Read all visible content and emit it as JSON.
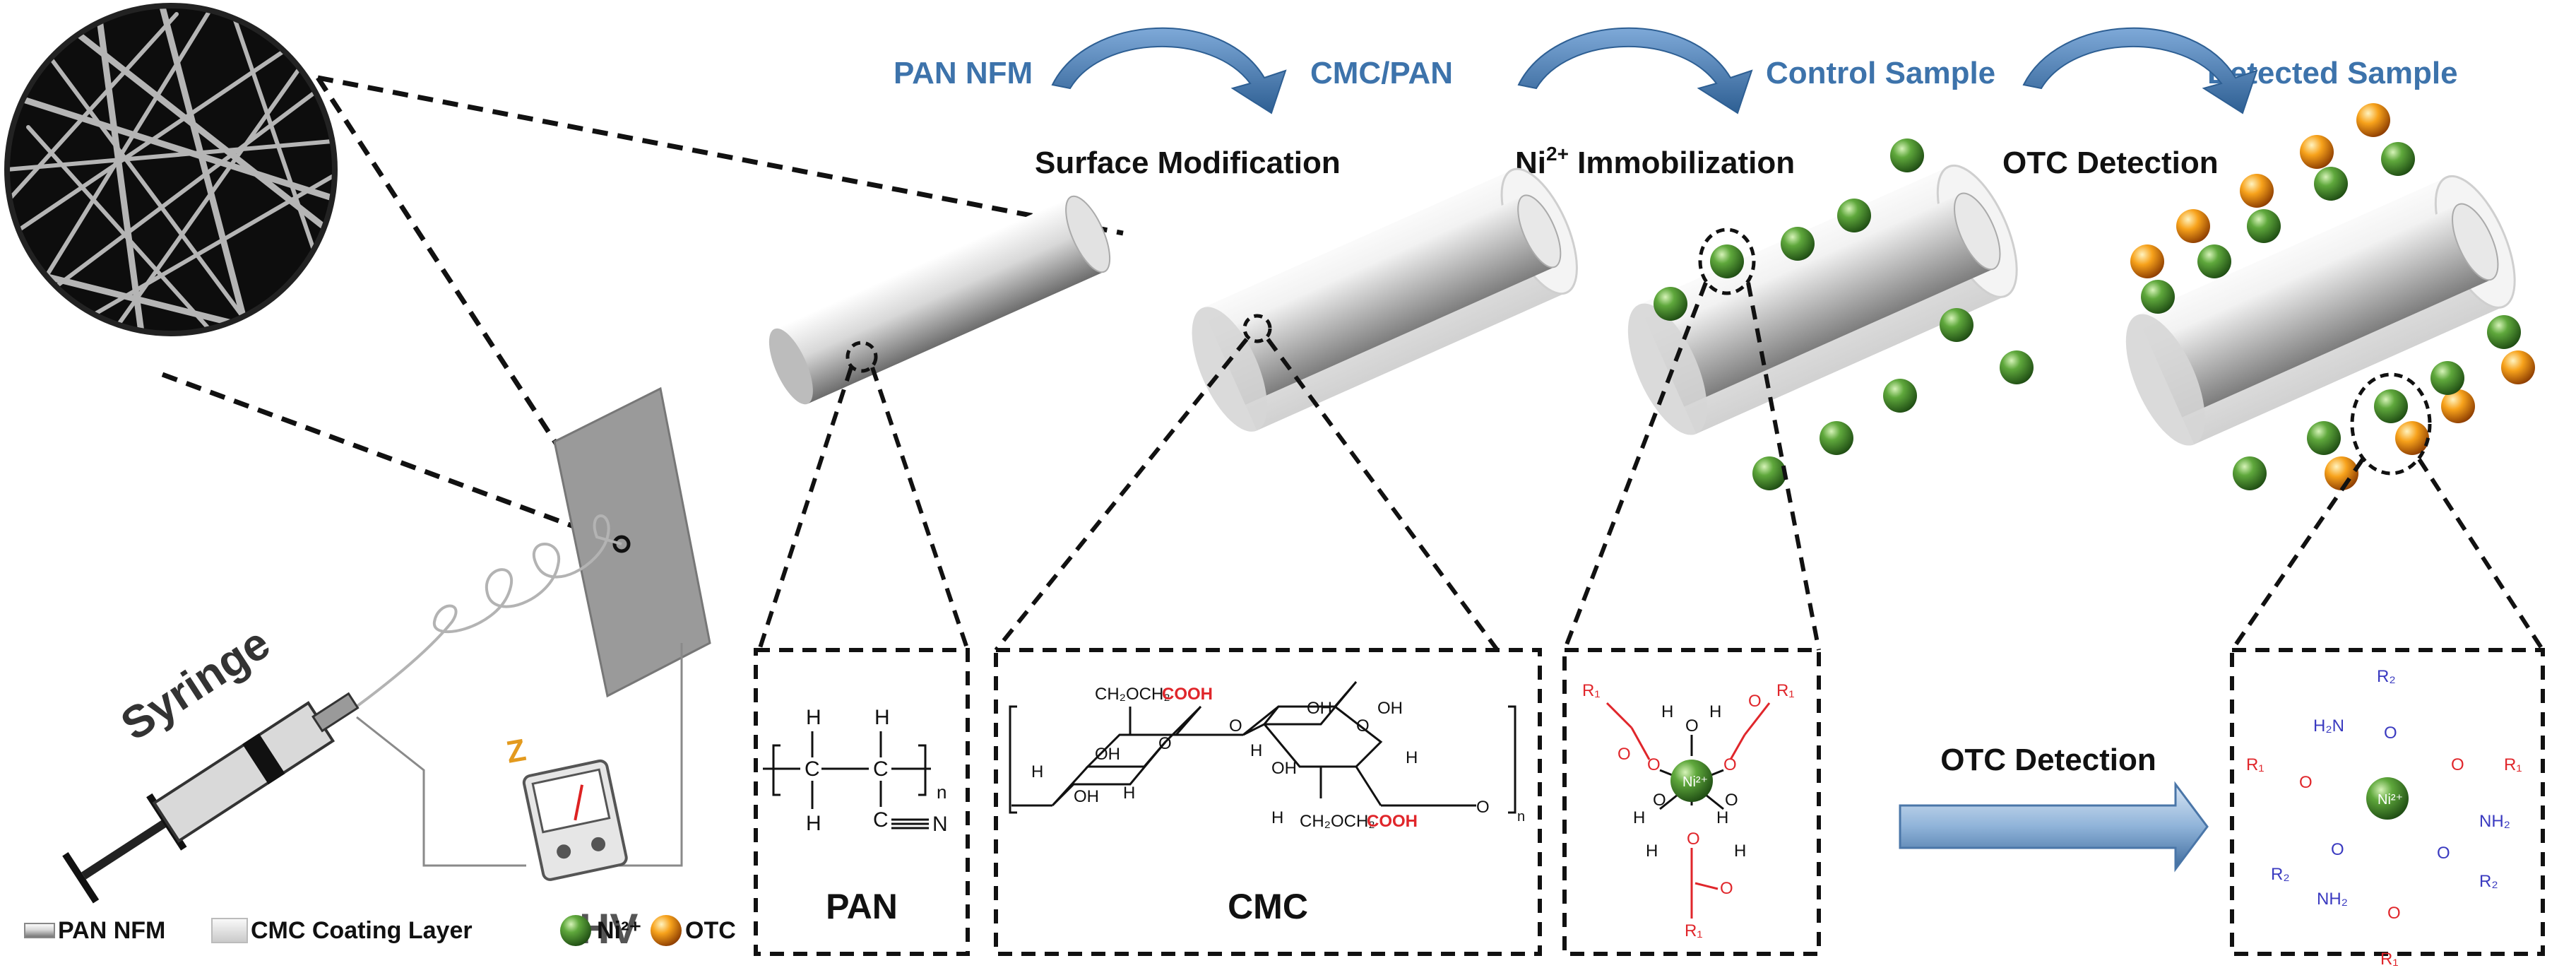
{
  "steps": [
    {
      "from": "PAN NFM",
      "to": "CMC/PAN",
      "process": "Surface Modification"
    },
    {
      "to": "Control Sample",
      "process_prefix": "Ni",
      "process_sup": "2+",
      "process_suffix": " Immobilization"
    },
    {
      "to": "Detected Sample",
      "process": "OTC Detection"
    }
  ],
  "electrospinning": {
    "syringe": "Syringe",
    "voltage": "HV"
  },
  "boxes": {
    "pan": "PAN",
    "cmc": "CMC"
  },
  "middle_arrow": "OTC Detection",
  "chem": {
    "H": "H",
    "C": "C",
    "N": "N",
    "n": "n",
    "O": "O",
    "OH": "OH",
    "ch2_left": "CH₂OCH₂",
    "cooh": "COOH",
    "r1": "R₁",
    "r2": "R₂",
    "ni": "Ni²⁺",
    "h2n": "H₂N",
    "nh2": "NH₂"
  },
  "legend": {
    "pan": "PAN NFM",
    "cmc": "CMC Coating Layer",
    "ni": "Ni²⁺",
    "otc": "OTC"
  },
  "colors": {
    "arrow": "#3d73ab",
    "title_blue": "#3d73ab",
    "red": "#e0262b",
    "blue": "#3a3ac0",
    "ni": "#2f7d23",
    "otc": "#f39100"
  }
}
